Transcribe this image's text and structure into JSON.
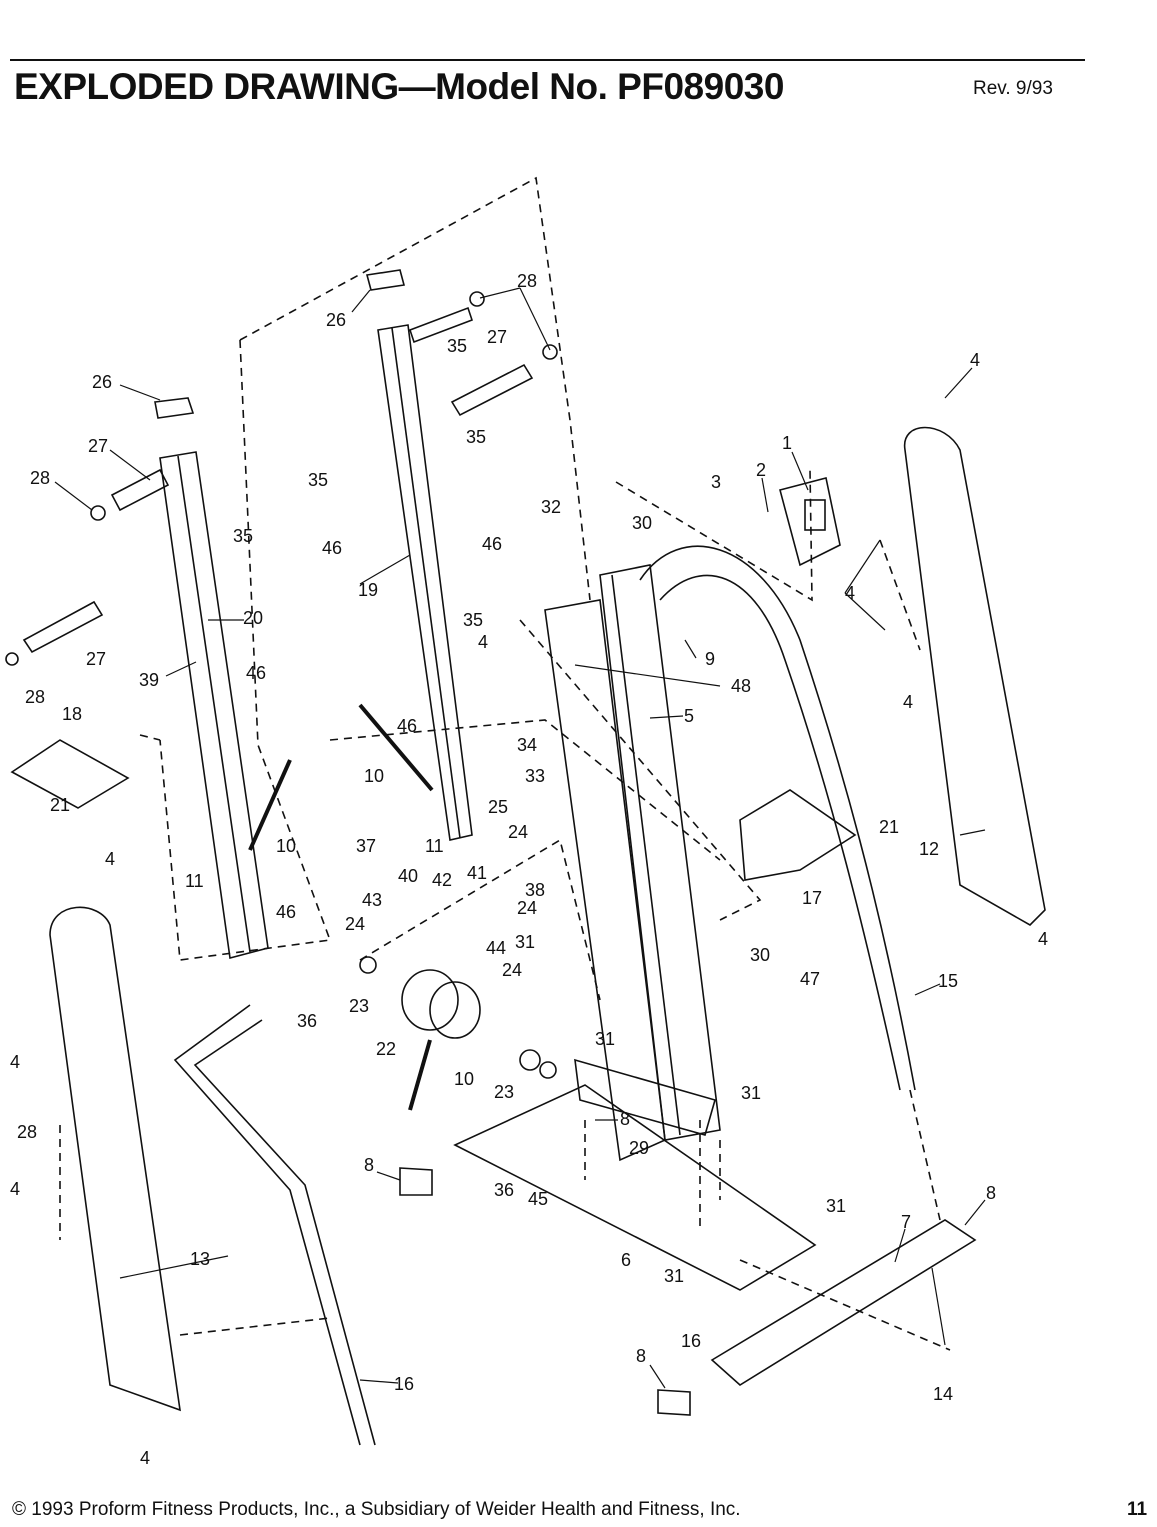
{
  "header": {
    "title": "EXPLODED DRAWING—Model No. PF089030",
    "revision": "Rev. 9/93"
  },
  "footer": {
    "copyright": "© 1993 Proform Fitness Products, Inc., a Subsidiary of Weider Health and Fitness, Inc.",
    "page_number": "11"
  },
  "part_labels": [
    "1",
    "2",
    "3",
    "4",
    "4",
    "4",
    "4",
    "4",
    "4",
    "4",
    "4",
    "4",
    "5",
    "6",
    "7",
    "8",
    "8",
    "8",
    "8",
    "9",
    "10",
    "10",
    "10",
    "11",
    "11",
    "12",
    "13",
    "14",
    "15",
    "16",
    "16",
    "17",
    "18",
    "19",
    "20",
    "21",
    "21",
    "22",
    "23",
    "23",
    "24",
    "24",
    "24",
    "24",
    "25",
    "26",
    "26",
    "27",
    "27",
    "27",
    "28",
    "28",
    "28",
    "28",
    "29",
    "30",
    "30",
    "31",
    "31",
    "31",
    "31",
    "31",
    "32",
    "33",
    "34",
    "35",
    "35",
    "35",
    "35",
    "35",
    "36",
    "36",
    "37",
    "38",
    "39",
    "40",
    "41",
    "42",
    "43",
    "44",
    "45",
    "46",
    "46",
    "46",
    "46",
    "46",
    "47",
    "48"
  ],
  "colors": {
    "ink": "#111111",
    "paper": "#ffffff"
  }
}
